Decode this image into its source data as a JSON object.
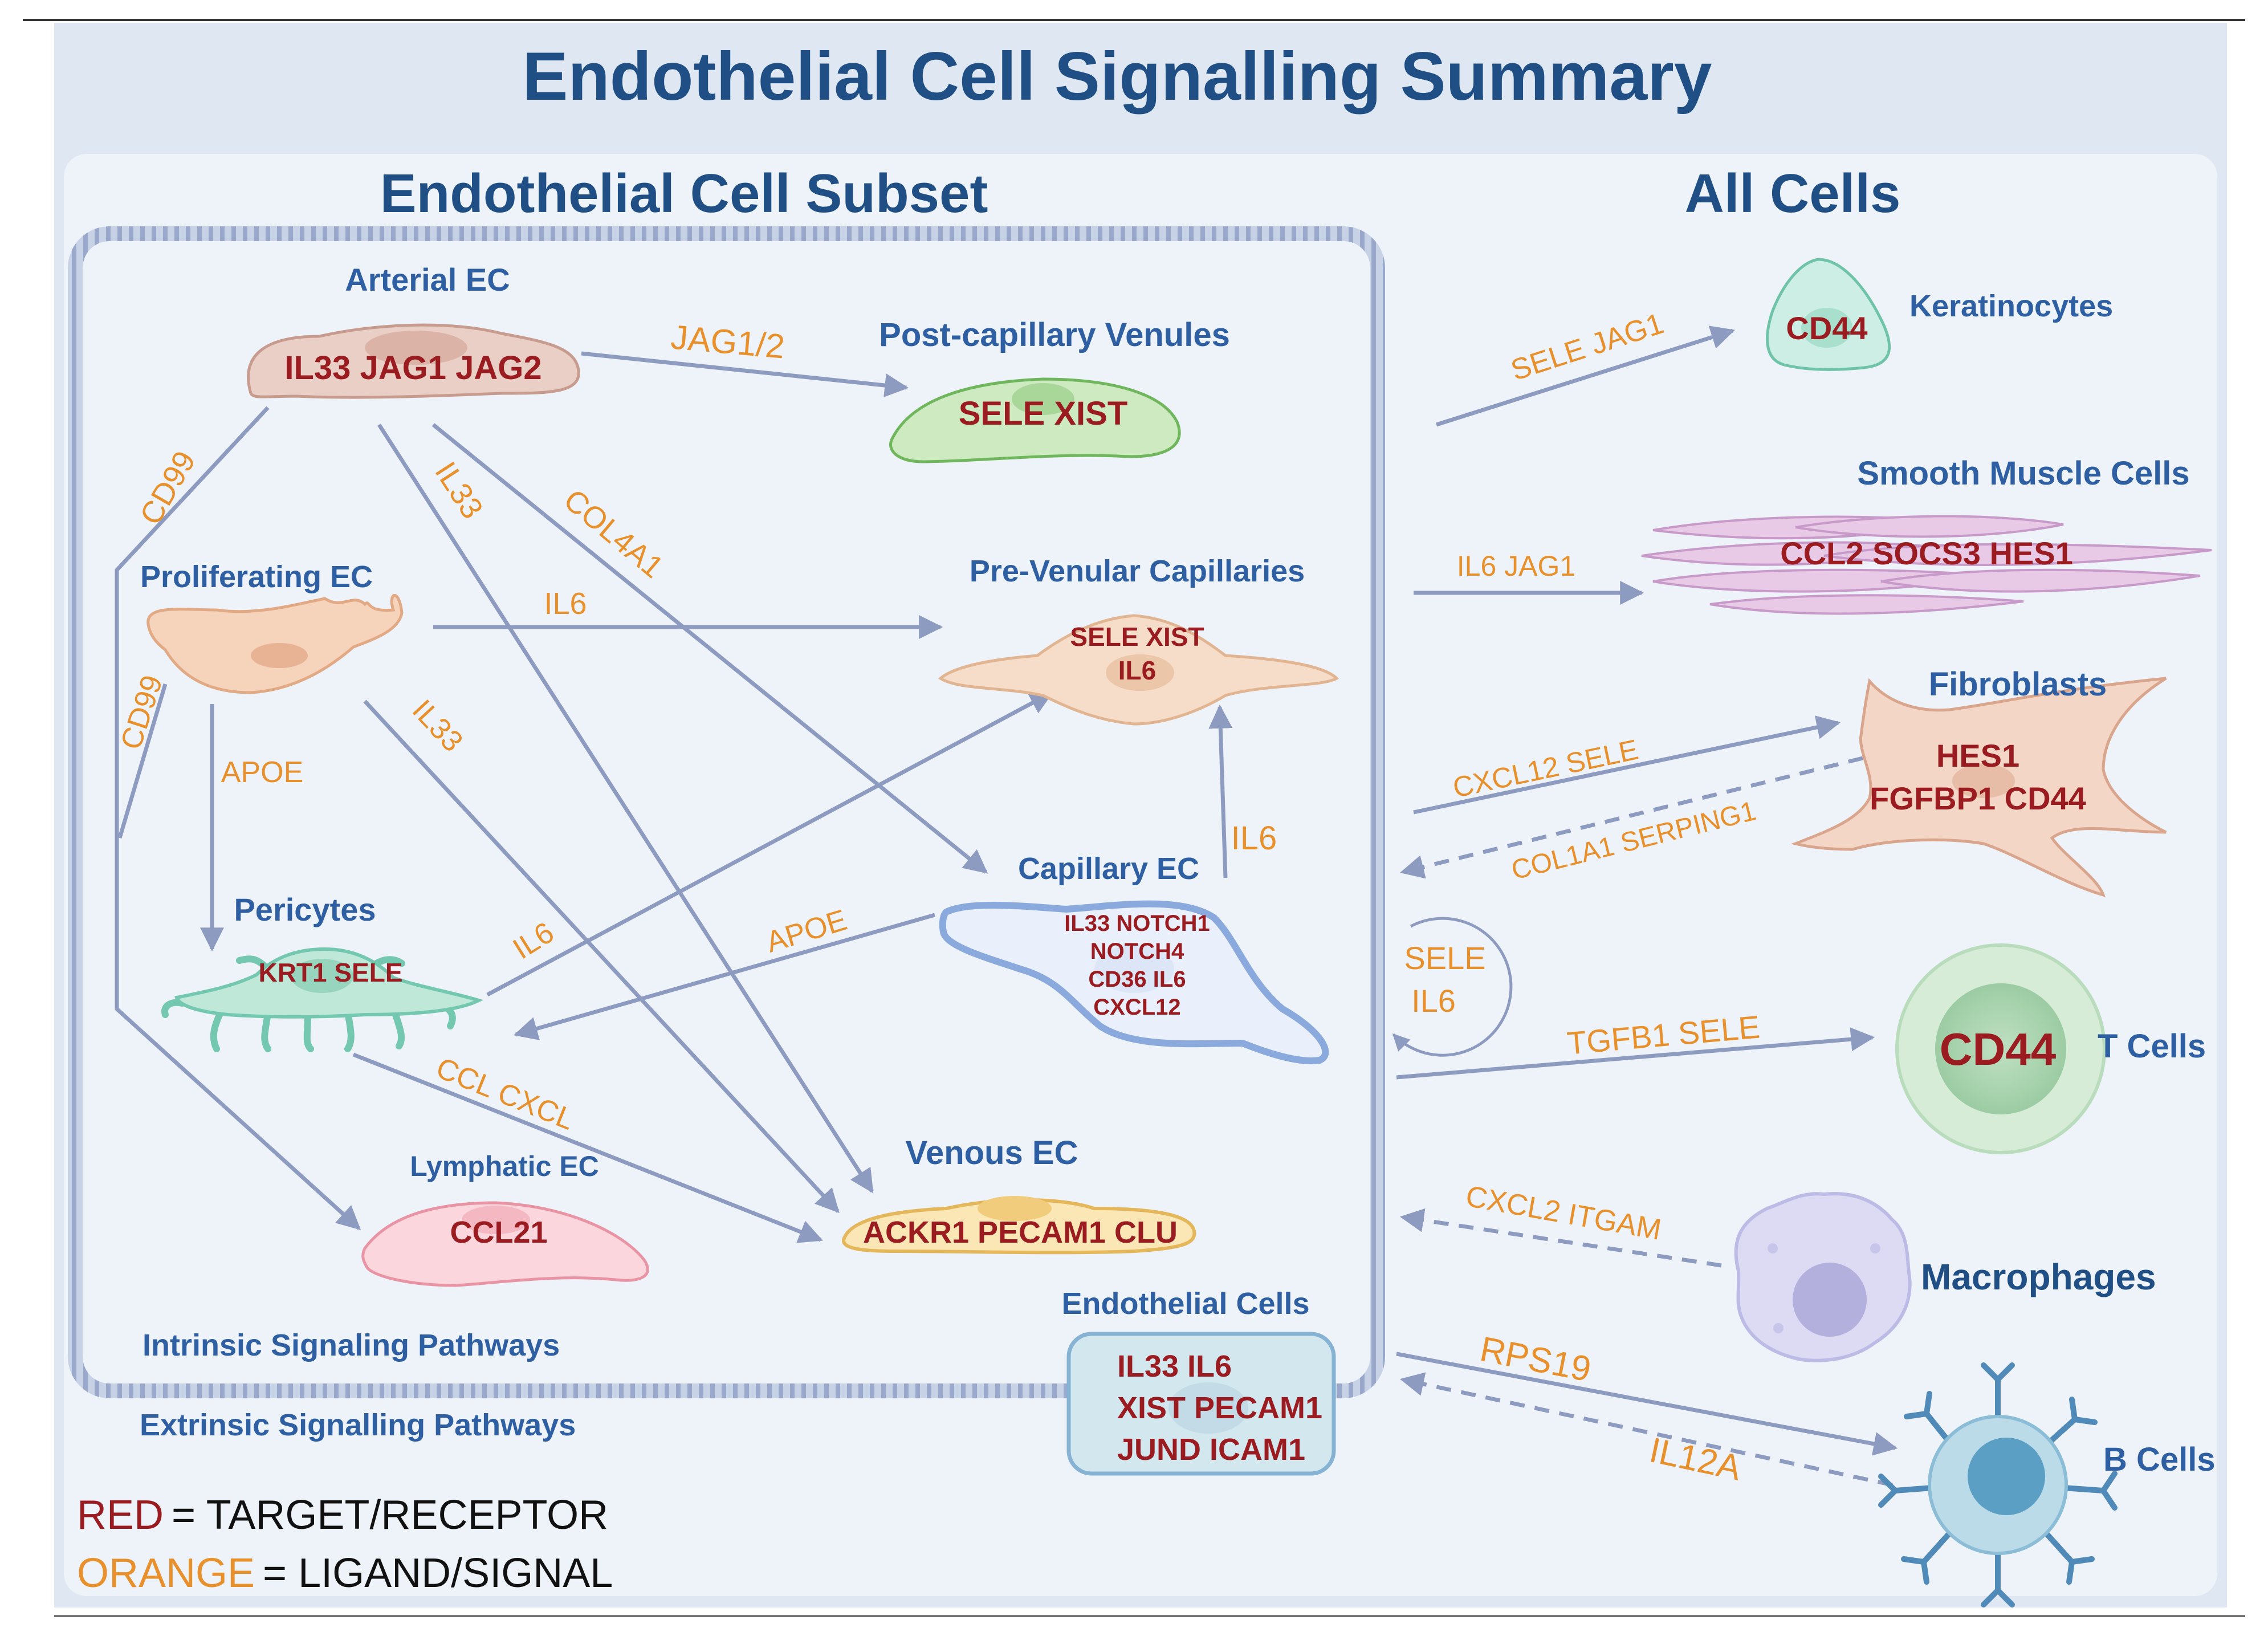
{
  "title": "Endothelial Cell Signalling Summary",
  "sections": {
    "subset": "Endothelial Cell Subset",
    "all": "All Cells"
  },
  "pathways": {
    "intrinsic": "Intrinsic Signaling Pathways",
    "extrinsic": "Extrinsic Signalling Pathways"
  },
  "legend": {
    "red_word": "RED",
    "red_rest": "= TARGET/RECEPTOR",
    "orange_word": "ORANGE",
    "orange_rest": "= LIGAND/SIGNAL",
    "red_color": "#9b1c20",
    "orange_color": "#e8912c"
  },
  "colors": {
    "heading": "#1f4f84",
    "cell_label": "#2f5fa3",
    "target": "#9b1c20",
    "ligand": "#e8912c",
    "arrow": "#8d9bc0"
  },
  "cells": {
    "arterial": {
      "label": "Arterial EC",
      "targets": "IL33 JAG1 JAG2"
    },
    "postcap": {
      "label": "Post-capillary Venules",
      "targets": "SELE XIST"
    },
    "prolif": {
      "label": "Proliferating EC"
    },
    "prevenular": {
      "label": "Pre-Venular Capillaries",
      "targets_1": "SELE XIST",
      "targets_2": "IL6"
    },
    "capillary": {
      "label": "Capillary EC",
      "t1": "IL33 NOTCH1",
      "t2": "NOTCH4",
      "t3": "CD36 IL6",
      "t4": "CXCL12"
    },
    "pericytes": {
      "label": "Pericytes",
      "targets": "KRT1 SELE"
    },
    "lymphatic": {
      "label": "Lymphatic EC",
      "targets": "CCL21"
    },
    "venous": {
      "label": "Venous EC",
      "targets": "ACKR1 PECAM1 CLU"
    },
    "endothelial": {
      "label": "Endothelial Cells",
      "t1": "IL33 IL6",
      "t2": "XIST PECAM1",
      "t3": "JUND ICAM1"
    },
    "keratinocytes": {
      "label": "Keratinocytes",
      "targets": "CD44"
    },
    "smooth": {
      "label": "Smooth Muscle Cells",
      "targets": "CCL2 SOCS3 HES1"
    },
    "fibroblasts": {
      "label": "Fibroblasts",
      "t1": "HES1",
      "t2": "FGFBP1 CD44"
    },
    "tcells": {
      "label": "T Cells",
      "targets": "CD44"
    },
    "macrophages": {
      "label": "Macrophages"
    },
    "bcells": {
      "label": "B Cells"
    }
  },
  "ligands": {
    "jag12": "JAG1/2",
    "cd99_a": "CD99",
    "il33_a": "IL33",
    "col4a1": "COL4A1",
    "il6_prolif": "IL6",
    "cd99_b": "CD99",
    "apoe_a": "APOE",
    "il33_b": "IL33",
    "il6_cap": "IL6",
    "apoe_b": "APOE",
    "il6_peri": "IL6",
    "ccl_cxcl": "CCL CXCL",
    "self_sele": "SELE",
    "self_il6": "IL6",
    "sele_jag1": "SELE JAG1",
    "il6_jag1": "IL6 JAG1",
    "cxcl12_sele": "CXCL12 SELE",
    "col1a1": "COL1A1  SERPING1",
    "tgfb1_sele": "TGFB1 SELE",
    "cxcl2_itgam": "CXCL2 ITGAM",
    "rps19": "RPS19",
    "il12a": "IL12A"
  }
}
